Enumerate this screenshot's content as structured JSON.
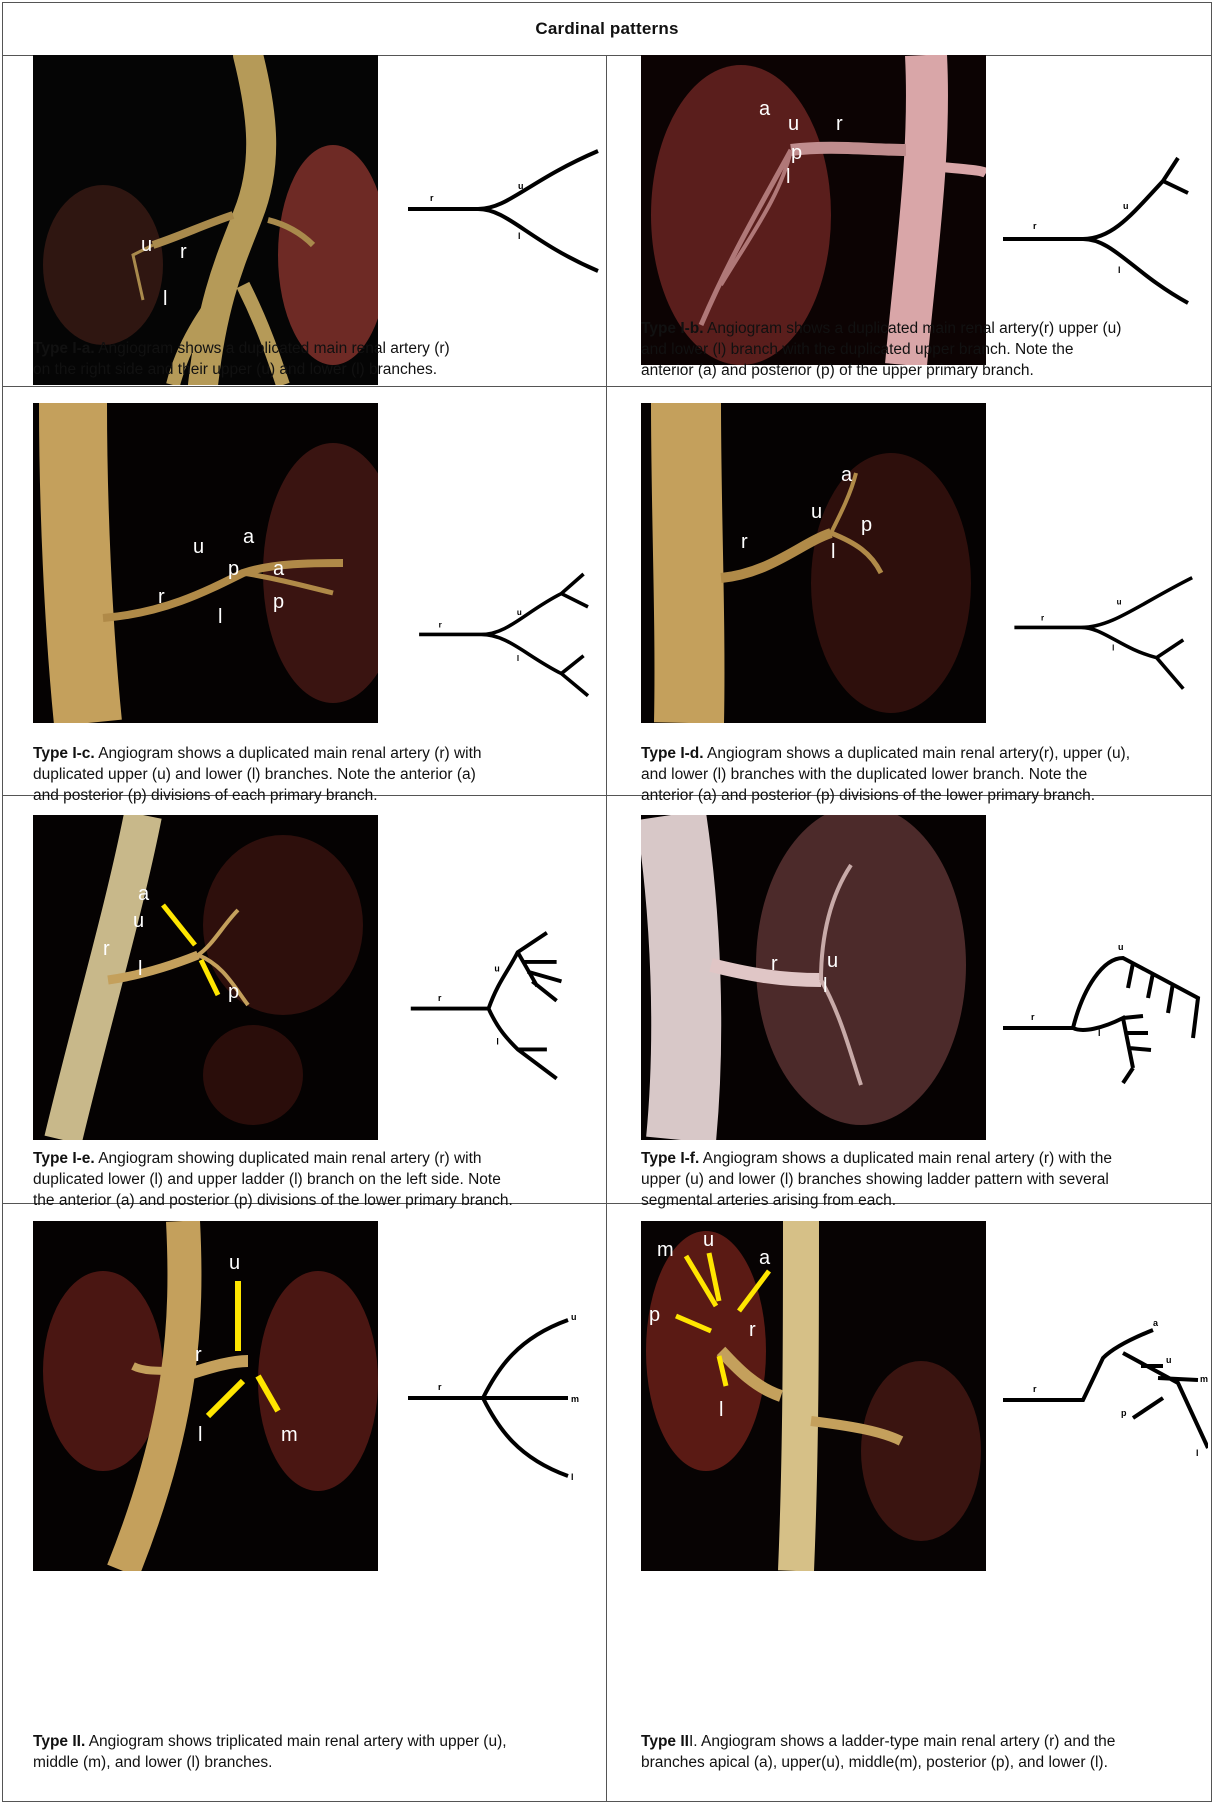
{
  "header": {
    "title": "Cardinal patterns"
  },
  "panels": [
    {
      "id": "I-a",
      "caption_type": "Type I-a.",
      "caption_lines": [
        "Angiogram shows a duplicated main renal artery (r)",
        "on the right side and their upper (u) and lower (l) branches."
      ],
      "image_labels": [
        "u",
        "r",
        "l"
      ],
      "diagram_labels": [
        "r",
        "u",
        "l"
      ]
    },
    {
      "id": "I-b",
      "caption_type": "Type I-b.",
      "caption_lines": [
        "Angiogram shows a duplicated main renal artery(r) upper (u)",
        "and lower (l) branch with the duplicated upper branch. Note the",
        "anterior (a) and posterior (p) of the upper primary branch."
      ],
      "image_labels": [
        "a",
        "u",
        "r",
        "p",
        "l"
      ],
      "diagram_labels": [
        "r",
        "u",
        "l"
      ]
    },
    {
      "id": "I-c",
      "caption_type": "Type I-c.",
      "caption_lines": [
        "Angiogram shows a duplicated main renal artery (r) with",
        "duplicated upper (u) and lower (l) branches. Note the anterior (a)",
        "and posterior (p) divisions of each primary branch."
      ],
      "image_labels": [
        "u",
        "a",
        "p",
        "a",
        "r",
        "l",
        "p"
      ],
      "diagram_labels": [
        "r",
        "u",
        "l"
      ]
    },
    {
      "id": "I-d",
      "caption_type": "Type I-d.",
      "caption_lines": [
        "Angiogram shows a duplicated main renal artery(r), upper (u),",
        "and lower (l) branches with the duplicated lower branch. Note the",
        "anterior (a) and posterior (p) divisions of the lower primary branch."
      ],
      "image_labels": [
        "a",
        "u",
        "p",
        "r",
        "l"
      ],
      "diagram_labels": [
        "r",
        "u",
        "l"
      ]
    },
    {
      "id": "I-e",
      "caption_type": "Type I-e.",
      "caption_lines": [
        "Angiogram showing duplicated main renal artery (r) with",
        "duplicated lower (l) and upper ladder (l) branch on the left side. Note",
        "the anterior (a) and posterior (p) divisions of the lower primary branch."
      ],
      "image_labels": [
        "a",
        "u",
        "r",
        "l",
        "p"
      ],
      "diagram_labels": [
        "r",
        "u",
        "l"
      ]
    },
    {
      "id": "I-f",
      "caption_type": "Type I-f.",
      "caption_lines": [
        "Angiogram shows a duplicated main renal artery (r) with the",
        "upper (u) and lower (l) branches showing ladder pattern with several",
        "segmental arteries arising from each."
      ],
      "image_labels": [
        "r",
        "u",
        "l"
      ],
      "diagram_labels": [
        "u",
        "r",
        "l"
      ]
    },
    {
      "id": "II",
      "caption_type": "Type II.",
      "caption_lines": [
        "Angiogram shows triplicated main renal artery with upper (u),",
        "middle (m), and lower (l) branches."
      ],
      "image_labels": [
        "u",
        "r",
        "l",
        "m"
      ],
      "diagram_labels": [
        "u",
        "r",
        "m",
        "l"
      ]
    },
    {
      "id": "III",
      "caption_type_bold": "Type II",
      "caption_type_rest": "I.",
      "caption_lines": [
        "Angiogram shows a ladder-type main renal artery (r) and the",
        "branches apical (a), upper(u), middle(m), posterior (p), and lower (l)."
      ],
      "image_labels": [
        "m",
        "u",
        "a",
        "p",
        "r",
        "l"
      ],
      "diagram_labels": [
        "a",
        "u",
        "r",
        "m",
        "p",
        "l"
      ]
    }
  ]
}
